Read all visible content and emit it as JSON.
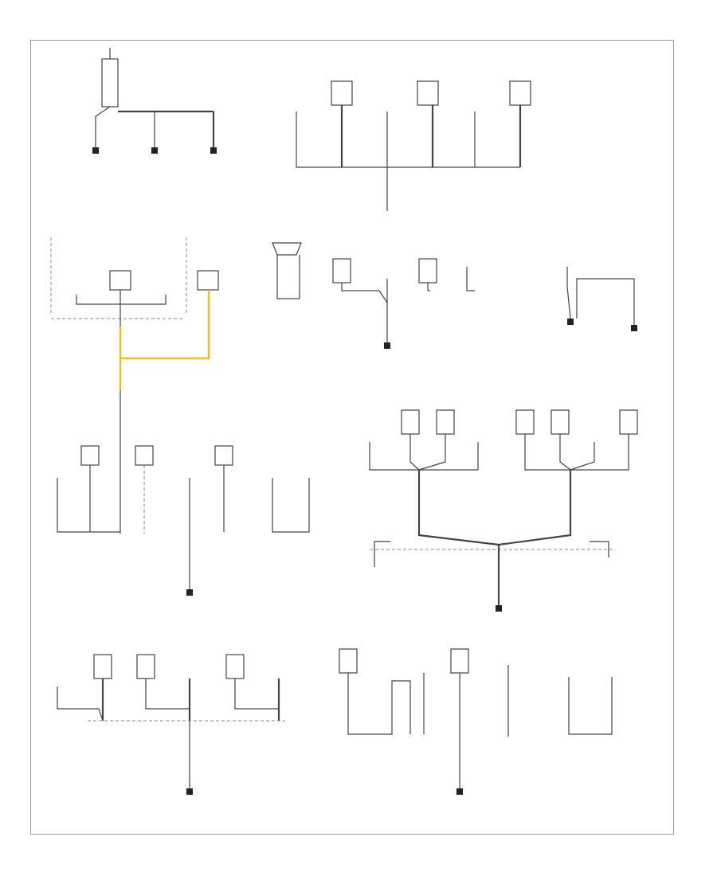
{
  "diagram": {
    "id_label": "",
    "wire_color": "#444444",
    "highlight_color": "#f0c020",
    "groups": [
      "battery-ground",
      "top-center-splice",
      "mid-center-splice",
      "left-cluster",
      "right-mid-grounds",
      "right-splice-block",
      "bottom-left-splice",
      "bottom-right-grounds"
    ]
  }
}
